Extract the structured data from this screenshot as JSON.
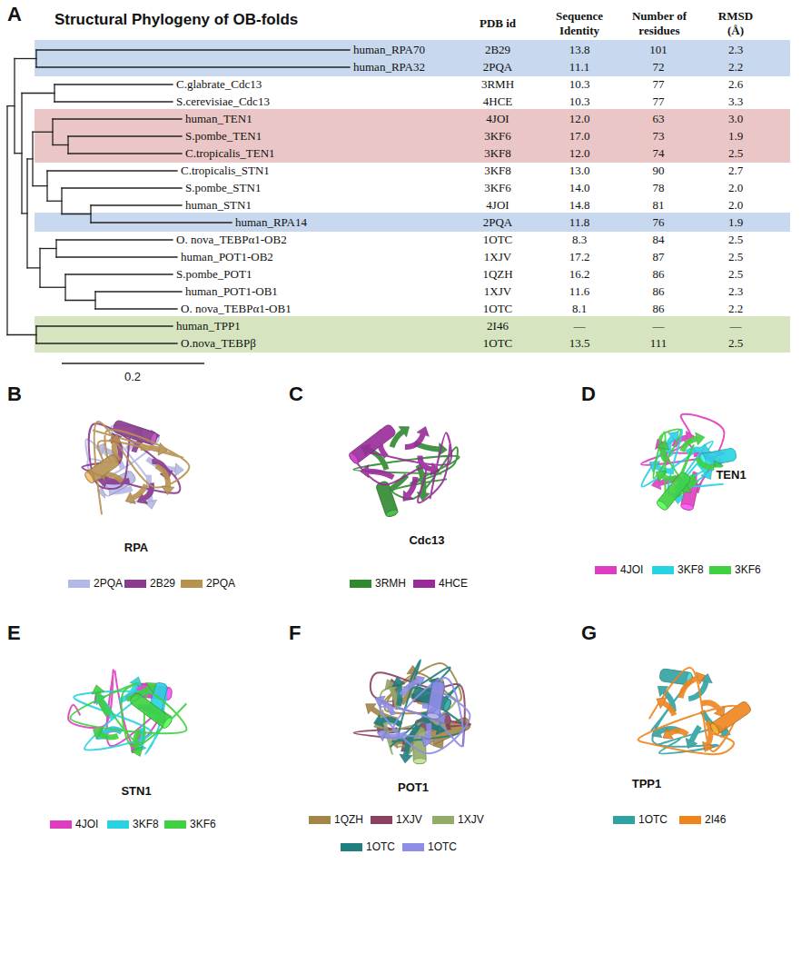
{
  "diagram": {
    "nodes": [
      {
        "text": [
          "human_RPA70",
          "2B29",
          "13.8",
          "101",
          "2.3",
          "human_RPA32",
          "2PQA",
          "11.1",
          "72",
          "2.2"
        ]
      },
      {
        "text": [
          "human_TEN1",
          "4JOI",
          "12.0",
          "63",
          "3.0",
          "S.pombe_TEN1",
          "3KF6",
          "17.0",
          "73",
          "1.9",
          "C.tropicalis_TEN1",
          "3KF8",
          "12.0",
          "74",
          "2.5"
        ]
      },
      {
        "text": [
          "human_RPA14",
          "2PQA",
          "11.8",
          "76",
          "1.9"
        ]
      },
      {
        "text": [
          "human_TPP1",
          "2I46",
          "—",
          "—",
          "—",
          "O.nova_TEBPβ",
          "1OTC",
          "13.5",
          "111",
          "2.5"
        ]
      }
    ],
    "labels": [
      "A",
      "Structural Phylogeny of OB-folds",
      "PDB id",
      "Sequence Identity",
      "Number of residues",
      "RMSD (Å)",
      "C.glabrate_Cdc13",
      "3RMH",
      "10.3",
      "77",
      "2.6",
      "S.cerevisiae_Cdc13",
      "4HCE",
      "10.3",
      "77",
      "3.3",
      "C.tropicalis_STN1",
      "3KF8",
      "13.0",
      "90",
      "2.7",
      "S.pombe_STN1",
      "3KF6",
      "14.0",
      "78",
      "2.0",
      "human_STN1",
      "4JOI",
      "14.8",
      "81",
      "2.0",
      "O. nova_TEBPα1-OB2",
      "1OTC",
      "8.3",
      "84",
      "2.5",
      "human_POT1-OB2",
      "1XJV",
      "17.2",
      "87",
      "2.5",
      "S.pombe_POT1",
      "1QZH",
      "16.2",
      "86",
      "2.5",
      "human_POT1-OB1",
      "1XJV",
      "11.6",
      "86",
      "2.3",
      "O. nova_TEBPα1-OB1",
      "1OTC",
      "8.1",
      "86",
      "2.2",
      "0.2",
      "B",
      "RPA",
      "C",
      "Cdc13",
      "D",
      "TEN1",
      "E",
      "STN1",
      "F",
      "POT1",
      "G",
      "TPP1"
    ],
    "legend": [
      {
        "text": "2PQA",
        "color": "#b4b8e6"
      },
      {
        "text": "2B29",
        "color": "#8b3a8f"
      },
      {
        "text": "2PQA",
        "color": "#b8914f"
      },
      {
        "text": "3RMH",
        "color": "#2f8a2f"
      },
      {
        "text": "4HCE",
        "color": "#9a2a9a"
      },
      {
        "text": "4JOI",
        "color": "#e03cbf"
      },
      {
        "text": "3KF8",
        "color": "#27d3e3"
      },
      {
        "text": "3KF6",
        "color": "#3fd13f"
      },
      {
        "text": "4JOI",
        "color": "#e03cbf"
      },
      {
        "text": "3KF8",
        "color": "#27d3e3"
      },
      {
        "text": "3KF6",
        "color": "#3fd13f"
      },
      {
        "text": "1QZH",
        "color": "#a38545"
      },
      {
        "text": "1XJV",
        "color": "#8c4060"
      },
      {
        "text": "1XJV",
        "color": "#93ab69"
      },
      {
        "text": "1OTC",
        "color": "#1f7f7f"
      },
      {
        "text": "1OTC",
        "color": "#8e8ee8"
      },
      {
        "text": "1OTC",
        "color": "#2fa3a3"
      },
      {
        "text": "2I46",
        "color": "#f0841c"
      }
    ]
  }
}
